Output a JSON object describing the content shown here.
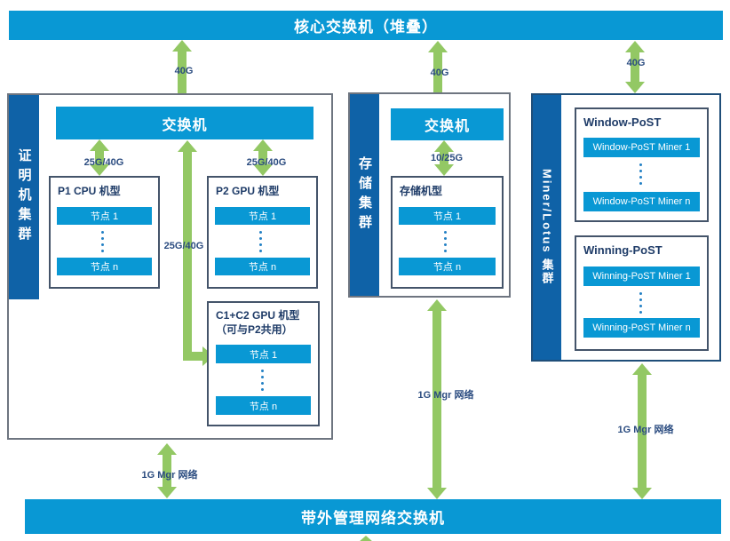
{
  "colors": {
    "cyan": "#0998d4",
    "dark_blue": "#0f62a7",
    "green": "#93c864",
    "navy_border": "#44546a",
    "gray_border": "#6e7580",
    "right_border": "#1f4e79",
    "label_text": "#2b4c80",
    "title_text": "#1f3c68",
    "dot_blue": "#2380c4"
  },
  "top_bar": {
    "label": "核心交换机（堆叠）"
  },
  "bottom_bar": {
    "label": "带外管理网络交换机"
  },
  "links": {
    "g40_left": "40G",
    "g40_mid": "40G",
    "g40_right": "40G",
    "p1_link": "25G/40G",
    "p2_link": "25G/40G",
    "c1c2_link": "25G/40G",
    "storage_link": "10/25G",
    "mgr_left": "1G Mgr 网络",
    "mgr_mid": "1G Mgr 网络",
    "mgr_right": "1G Mgr 网络"
  },
  "proof_cluster": {
    "label": "证明机集群",
    "switch_label": "交换机",
    "p1_box": {
      "title": "P1 CPU 机型",
      "node_first": "节点 1",
      "node_last": "节点 n"
    },
    "p2_box": {
      "title": "P2 GPU 机型",
      "node_first": "节点 1",
      "node_last": "节点 n"
    },
    "c1c2_box": {
      "title": "C1+C2 GPU 机型",
      "subtitle": "（可与P2共用）",
      "node_first": "节点 1",
      "node_last": "节点 n"
    }
  },
  "storage_cluster": {
    "label": "存储集群",
    "switch_label": "交换机",
    "storage_box": {
      "title": "存储机型",
      "node_first": "节点 1",
      "node_last": "节点 n"
    }
  },
  "miner_cluster": {
    "label": "Miner/Lotus 集群",
    "window_box": {
      "title": "Window-PoST",
      "node_first": "Window-PoST Miner 1",
      "node_last": "Window-PoST Miner n"
    },
    "winning_box": {
      "title": "Winning-PoST",
      "node_first": "Winning-PoST Miner 1",
      "node_last": "Winning-PoST Miner n"
    }
  }
}
